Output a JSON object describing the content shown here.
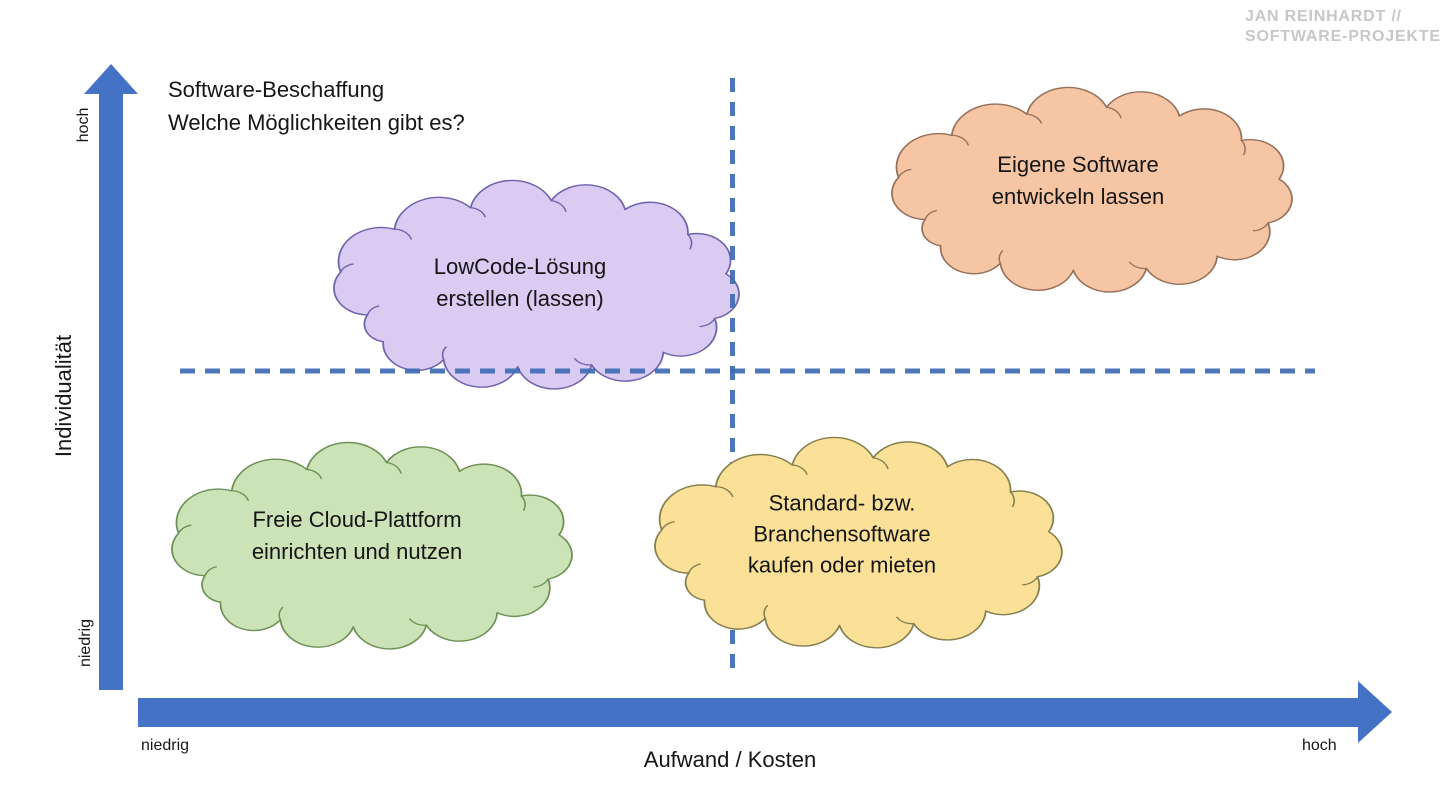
{
  "watermark": {
    "line1": "JAN REINHARDT //",
    "line2": "SOFTWARE-PROJEKTE"
  },
  "title": {
    "line1": "Software-Beschaffung",
    "line2": "Welche Möglichkeiten gibt es?"
  },
  "axes": {
    "arrow_color": "#4472C4",
    "dash_color": "#3F6CB5",
    "y": {
      "label": "Individualität",
      "high": "hoch",
      "low": "niedrig"
    },
    "x": {
      "label": "Aufwand / Kosten",
      "low": "niedrig",
      "high": "hoch"
    }
  },
  "clouds": [
    {
      "id": "lowcode",
      "lines": [
        "LowCode-Lösung",
        "erstellen (lassen)"
      ],
      "fill": "#DACBF3",
      "stroke": "#6F63AD"
    },
    {
      "id": "eigene-software",
      "lines": [
        "Eigene Software",
        "entwickeln lassen"
      ],
      "fill": "#F6C6A4",
      "stroke": "#96715B"
    },
    {
      "id": "freie-cloud-plattform",
      "lines": [
        "Freie Cloud-Plattform",
        "einrichten und nutzen"
      ],
      "fill": "#CBE3B6",
      "stroke": "#6D9055"
    },
    {
      "id": "standard-branchensoftware",
      "lines": [
        "Standard- bzw.",
        "Branchensoftware",
        "kaufen oder mieten"
      ],
      "fill": "#FBE098",
      "stroke": "#85804F"
    }
  ]
}
